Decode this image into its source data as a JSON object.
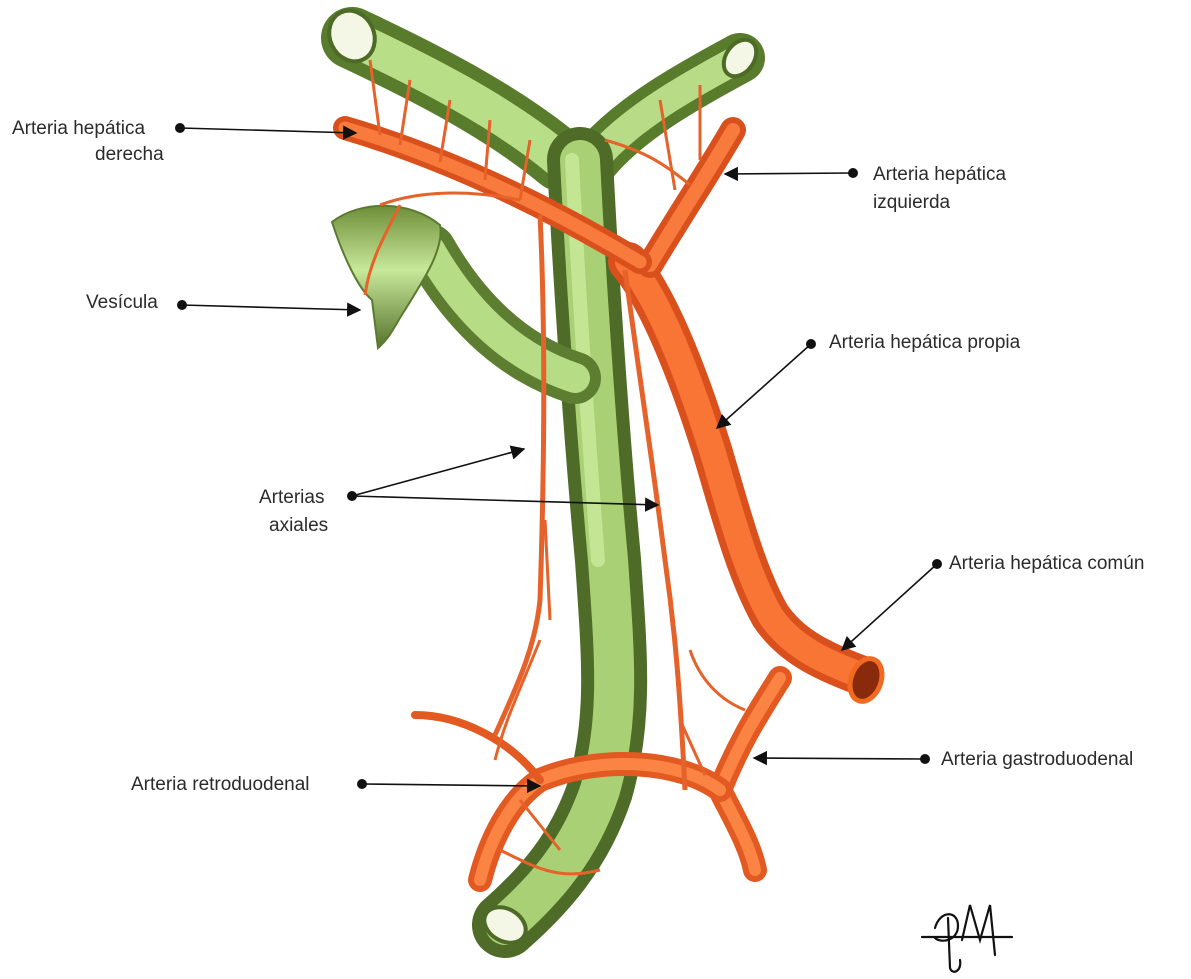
{
  "labels": {
    "right_hepatic": [
      "Arteria hepática",
      "derecha"
    ],
    "left_hepatic": [
      "Arteria hepática",
      "izquierda"
    ],
    "gallbladder": "Vesícula",
    "proper_hepatic": "Arteria hepática propia",
    "axial": [
      "Arterias",
      "axiales"
    ],
    "common_hepatic": "Arteria hepática común",
    "gastroduodenal": "Arteria gastroduodenal",
    "retroduodenal": "Arteria retroduodenal"
  },
  "signature": "DM",
  "colors": {
    "duct_light": "#c9e89a",
    "duct_mid": "#8fb653",
    "duct_dark": "#4f6a2a",
    "artery": "#f26a21",
    "artery_dark": "#c9461a",
    "artery_light": "#ffa071",
    "label_text": "#2b2b2b",
    "pointer": "#111111"
  }
}
